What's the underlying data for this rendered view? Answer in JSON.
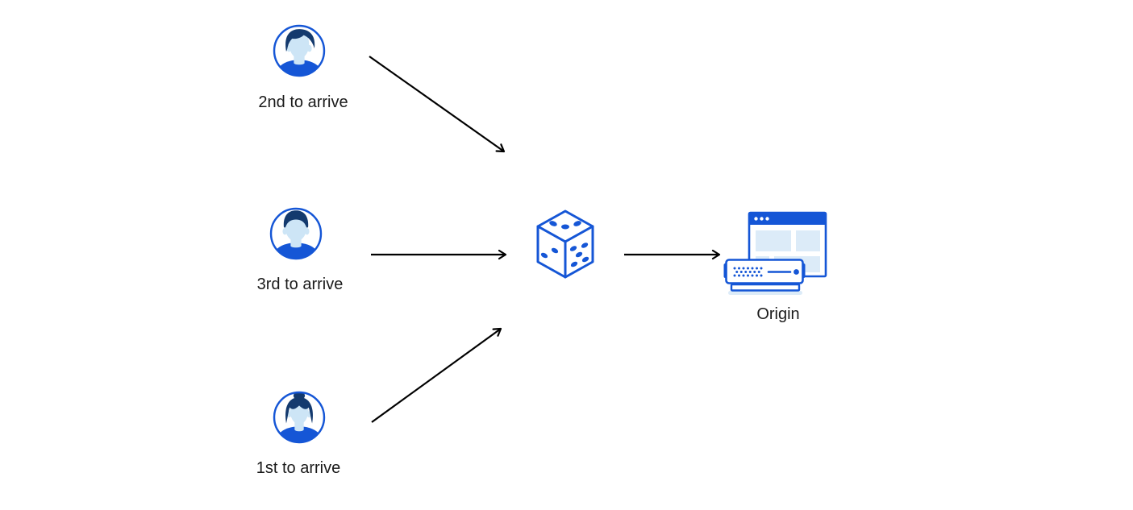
{
  "colors": {
    "primary_blue": "#1556d6",
    "dark_blue": "#143a6e",
    "light_blue": "#cde5f6",
    "panel_blue": "#dcebf8",
    "arrow_black": "#000000",
    "text": "#1a1a1a",
    "bg": "#ffffff"
  },
  "diagram": {
    "clients": [
      {
        "label": "2nd to arrive",
        "icon": "male-user-avatar-swoop-hair"
      },
      {
        "label": "3rd to arrive",
        "icon": "male-user-avatar-short-hair"
      },
      {
        "label": "1st to arrive",
        "icon": "female-user-avatar-bun-hair"
      }
    ],
    "balancer": {
      "icon": "dice"
    },
    "origin": {
      "label": "Origin",
      "icon": "origin-server-browser"
    },
    "arrows": [
      {
        "from": "2nd to arrive",
        "to": "dice"
      },
      {
        "from": "3rd to arrive",
        "to": "dice"
      },
      {
        "from": "1st to arrive",
        "to": "dice"
      },
      {
        "from": "dice",
        "to": "Origin"
      }
    ]
  }
}
